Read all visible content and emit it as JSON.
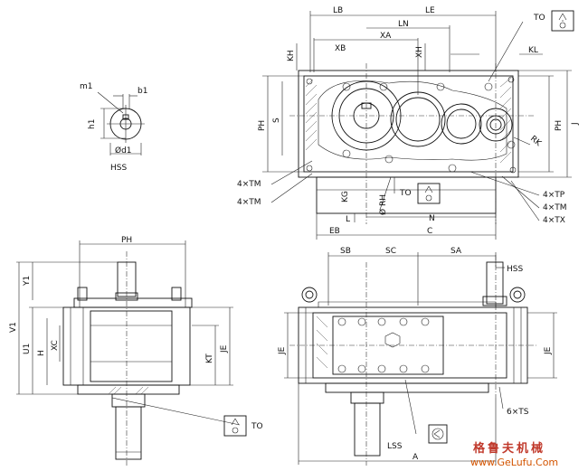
{
  "labels": {
    "m1": "m1",
    "b1": "b1",
    "h1": "h1",
    "d1": "Ød1",
    "hss_top": "HSS",
    "lb": "LB",
    "le": "LE",
    "ln": "LN",
    "xa": "XA",
    "xb": "XB",
    "kh": "KH",
    "xh": "XH",
    "to_top": "TO",
    "kl": "KL",
    "ph_right": "PH",
    "j": "J",
    "ph_left": "PH",
    "s": "S",
    "rk": "RK",
    "tm4_a": "4×TM",
    "tm4_b": "4×TM",
    "kg": "KG",
    "rh": "Ø RH",
    "to_mid": "TO",
    "tp4": "4×TP",
    "tm4_c": "4×TM",
    "tx4": "4×TX",
    "l": "L",
    "n": "N",
    "eb": "EB",
    "c": "C",
    "ph_front": "PH",
    "y1": "Y1",
    "v1": "V1",
    "u1": "U1",
    "h": "H",
    "xc": "XC",
    "kt": "KT",
    "je_front": "JE",
    "to_bottom": "TO",
    "sb": "SB",
    "sc": "SC",
    "sa": "SA",
    "hss_side": "HSS",
    "je_l": "JE",
    "je_r": "JE",
    "ts6": "6×TS",
    "lss": "LSS",
    "a": "A"
  },
  "watermark": {
    "cn": "格鲁夫机械",
    "url": "www.GeLufu.Com"
  },
  "colors": {
    "line": "#111111",
    "watermark": "#c0392b",
    "url": "#d35400"
  }
}
